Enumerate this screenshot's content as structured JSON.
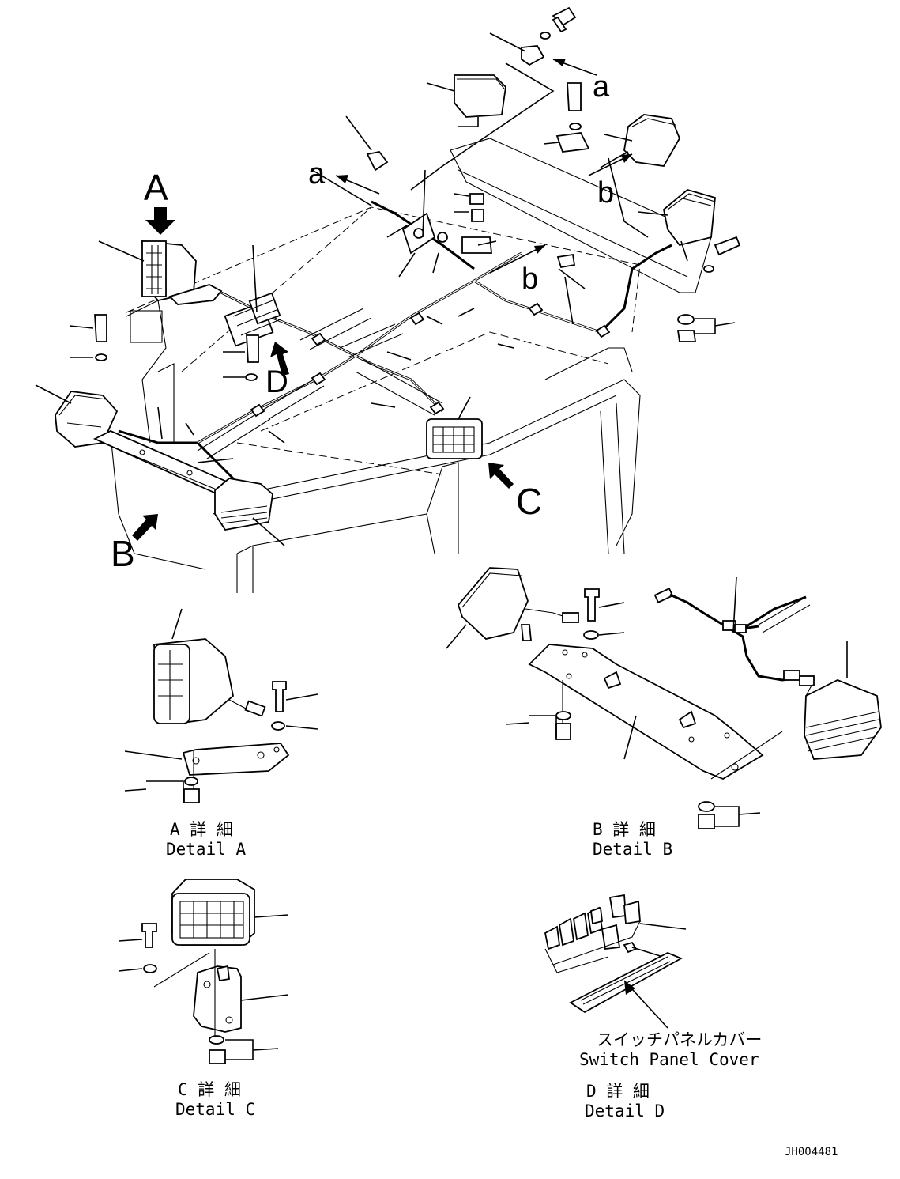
{
  "diagram": {
    "callouts": {
      "view_a": "A",
      "view_b": "B",
      "view_c": "C",
      "view_d": "D",
      "conn_a_top": "a",
      "conn_a_left": "a",
      "conn_b_top": "b",
      "conn_b_mid": "b"
    },
    "details": {
      "a": {
        "title_jp": "A 詳 細",
        "title_en": "Detail A"
      },
      "b": {
        "title_jp": "B 詳 細",
        "title_en": "Detail B"
      },
      "c": {
        "title_jp": "C 詳 細",
        "title_en": "Detail C"
      },
      "d": {
        "title_jp": "D 詳 細",
        "title_en": "Detail D",
        "cover_label_jp": "スイッチパネルカバー",
        "cover_label_en": "Switch Panel Cover"
      }
    },
    "drawing_code": "JH004481"
  }
}
